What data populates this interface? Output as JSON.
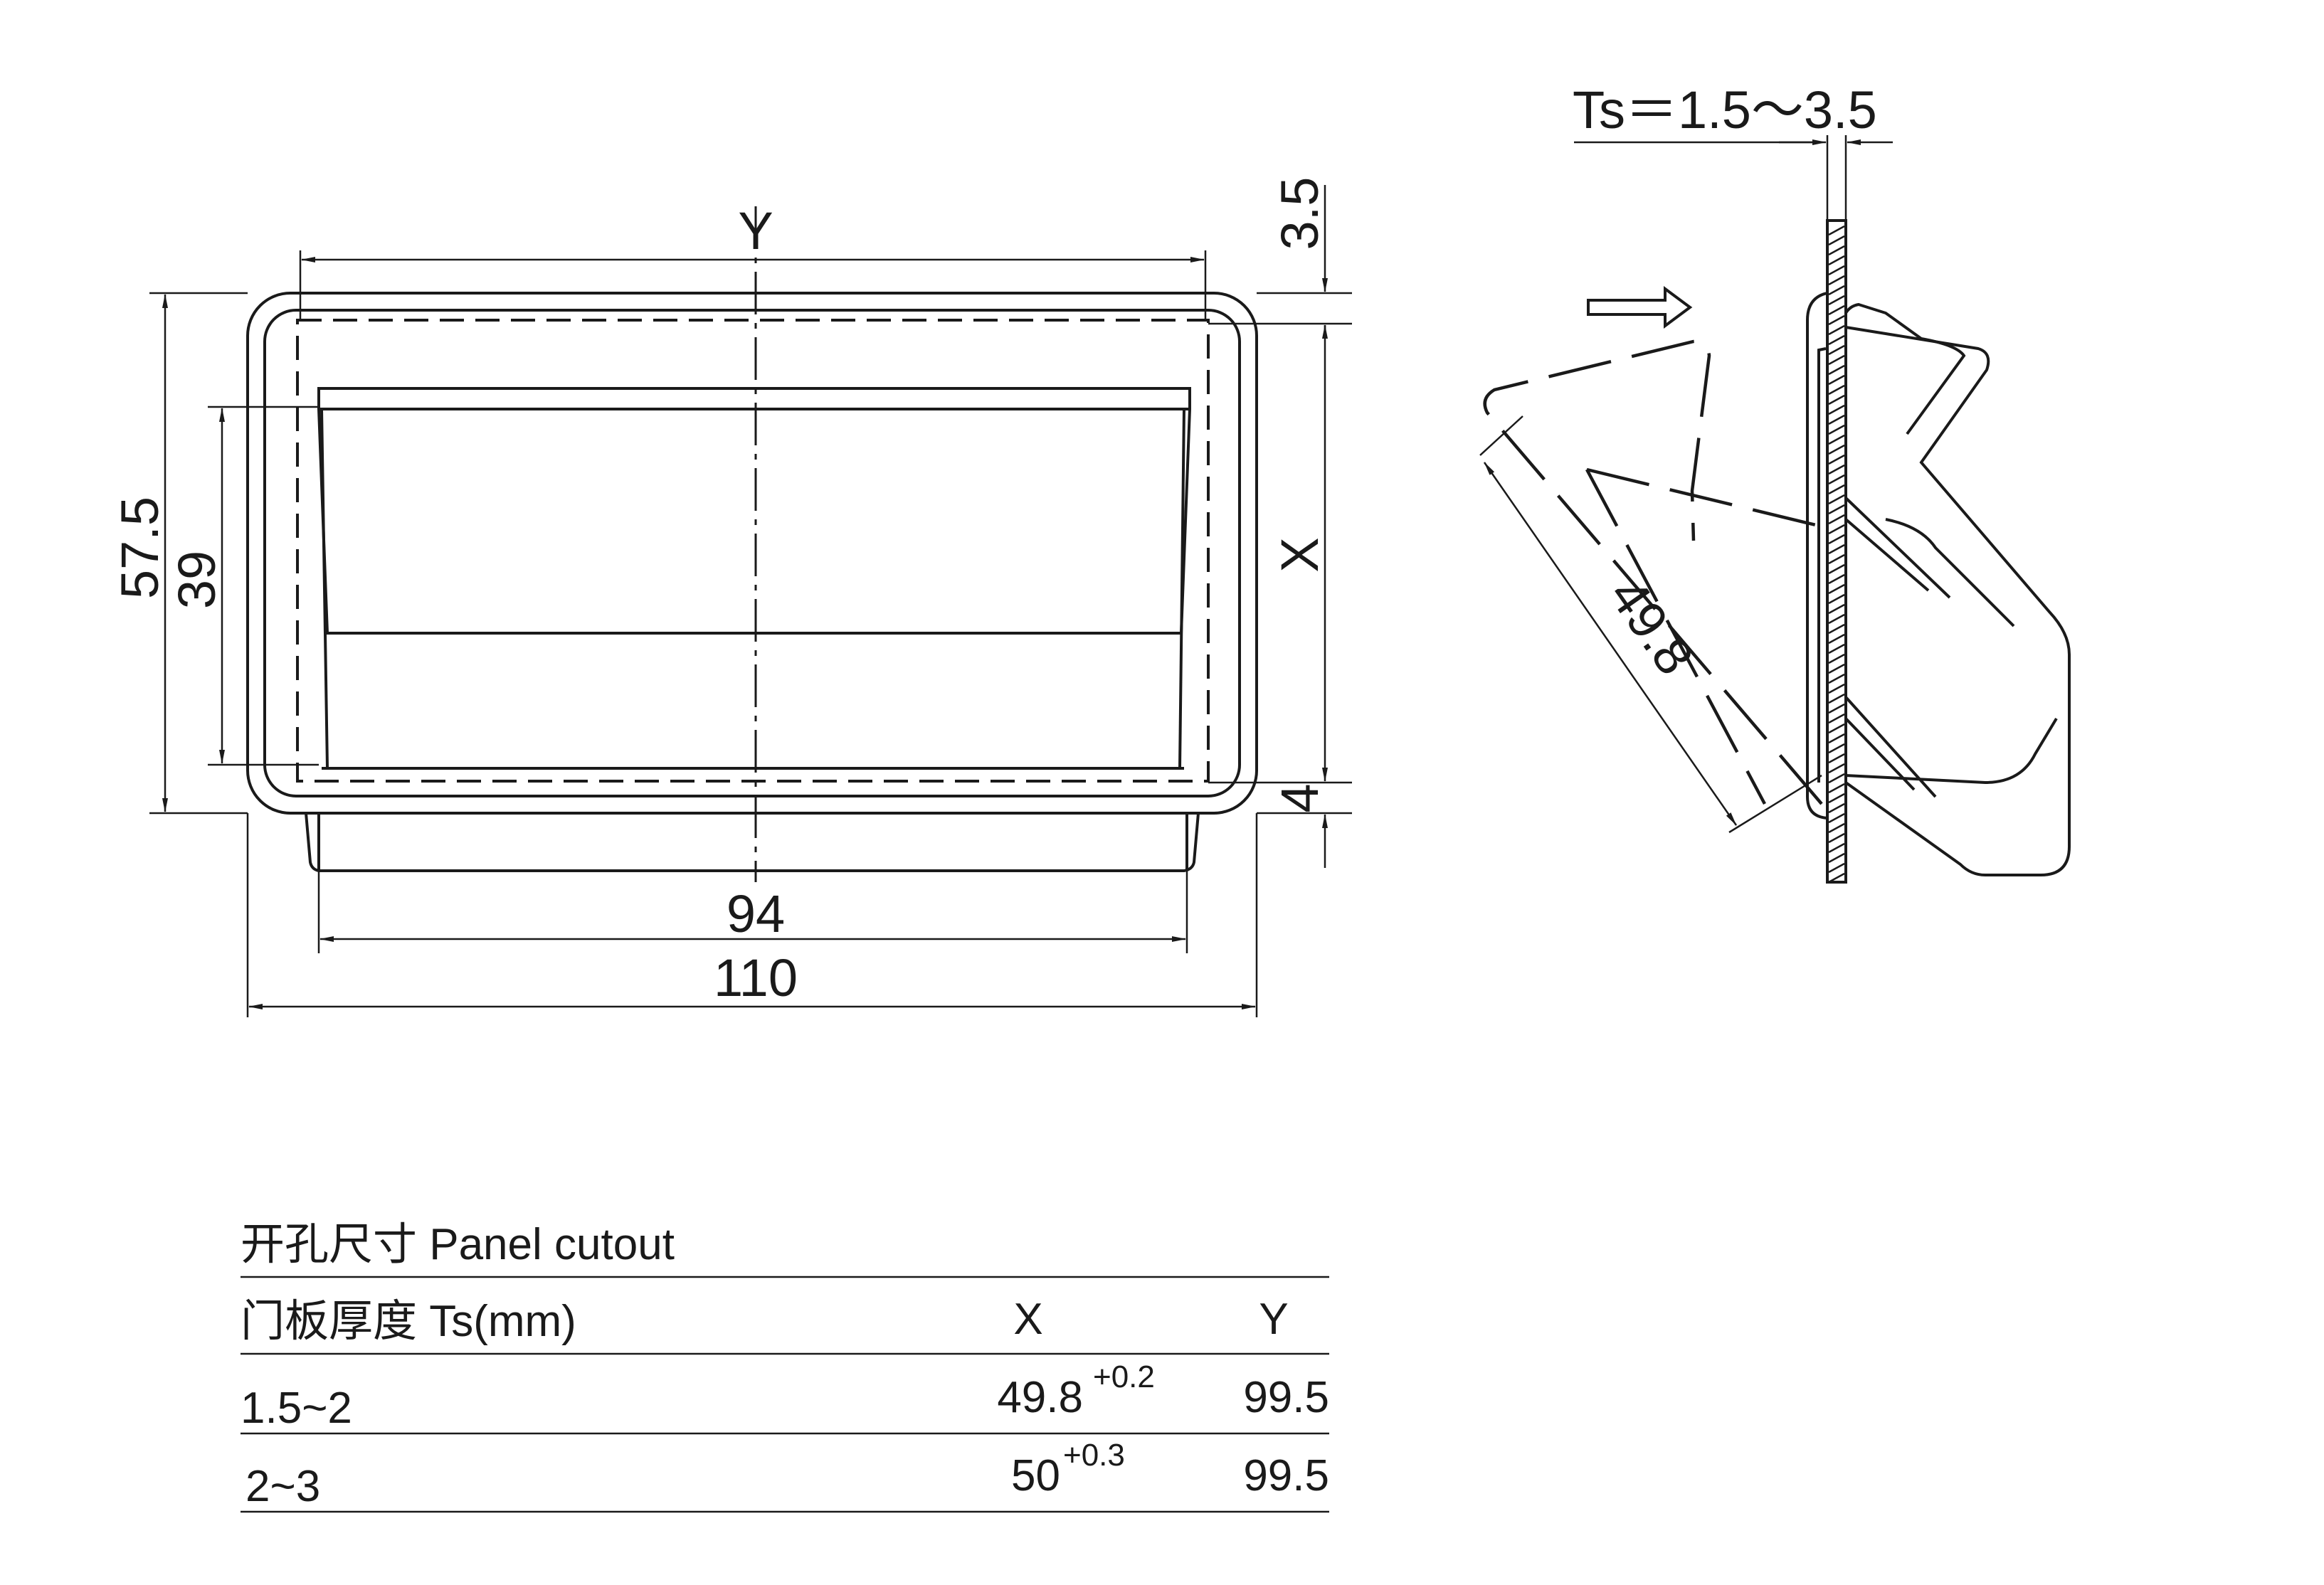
{
  "front_view": {
    "dim_y": "Y",
    "dim_x": "X",
    "dim_total_height": "57.5",
    "dim_inner_height": "39",
    "dim_top_offset": "3.5",
    "dim_bottom_offset": "4",
    "dim_inner_width": "94",
    "dim_total_width": "110"
  },
  "side_view": {
    "thickness_label": "Ts＝1.5～3.5",
    "dim_diagonal": "49.8"
  },
  "table": {
    "title": "开孔尺寸 Panel cutout",
    "header": {
      "col1": "门板厚度 Ts(mm)",
      "col2": "X",
      "col3": "Y"
    },
    "rows": [
      {
        "ts": "1.5~2",
        "x": "49.8",
        "x_tol": "+0.2",
        "y": "99.5"
      },
      {
        "ts": "2~3",
        "x": "50",
        "x_tol": "+0.3",
        "y": "99.5"
      }
    ]
  }
}
